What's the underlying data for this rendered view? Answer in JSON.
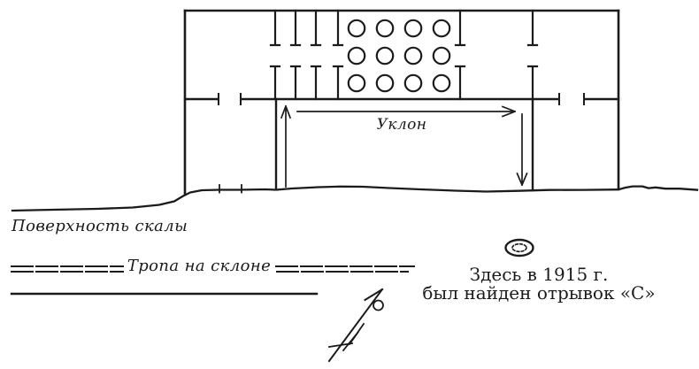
{
  "figure": {
    "background_color": "#ffffff",
    "ink_color": "#1b1b1b"
  },
  "labels": {
    "slope": "Уклон",
    "rock_surface": "Поверхность скалы",
    "path_on_slope": "Тропа на склоне"
  },
  "find_note": {
    "line1": "Здесь в 1915 г.",
    "line2": "был найден отрывок «С»"
  },
  "icons": {
    "north_arrow": "north-arrow-icon",
    "find_spot": "find-spot-marker-icon"
  },
  "plan": {
    "column_rows": 3,
    "columns_per_row": 4
  }
}
